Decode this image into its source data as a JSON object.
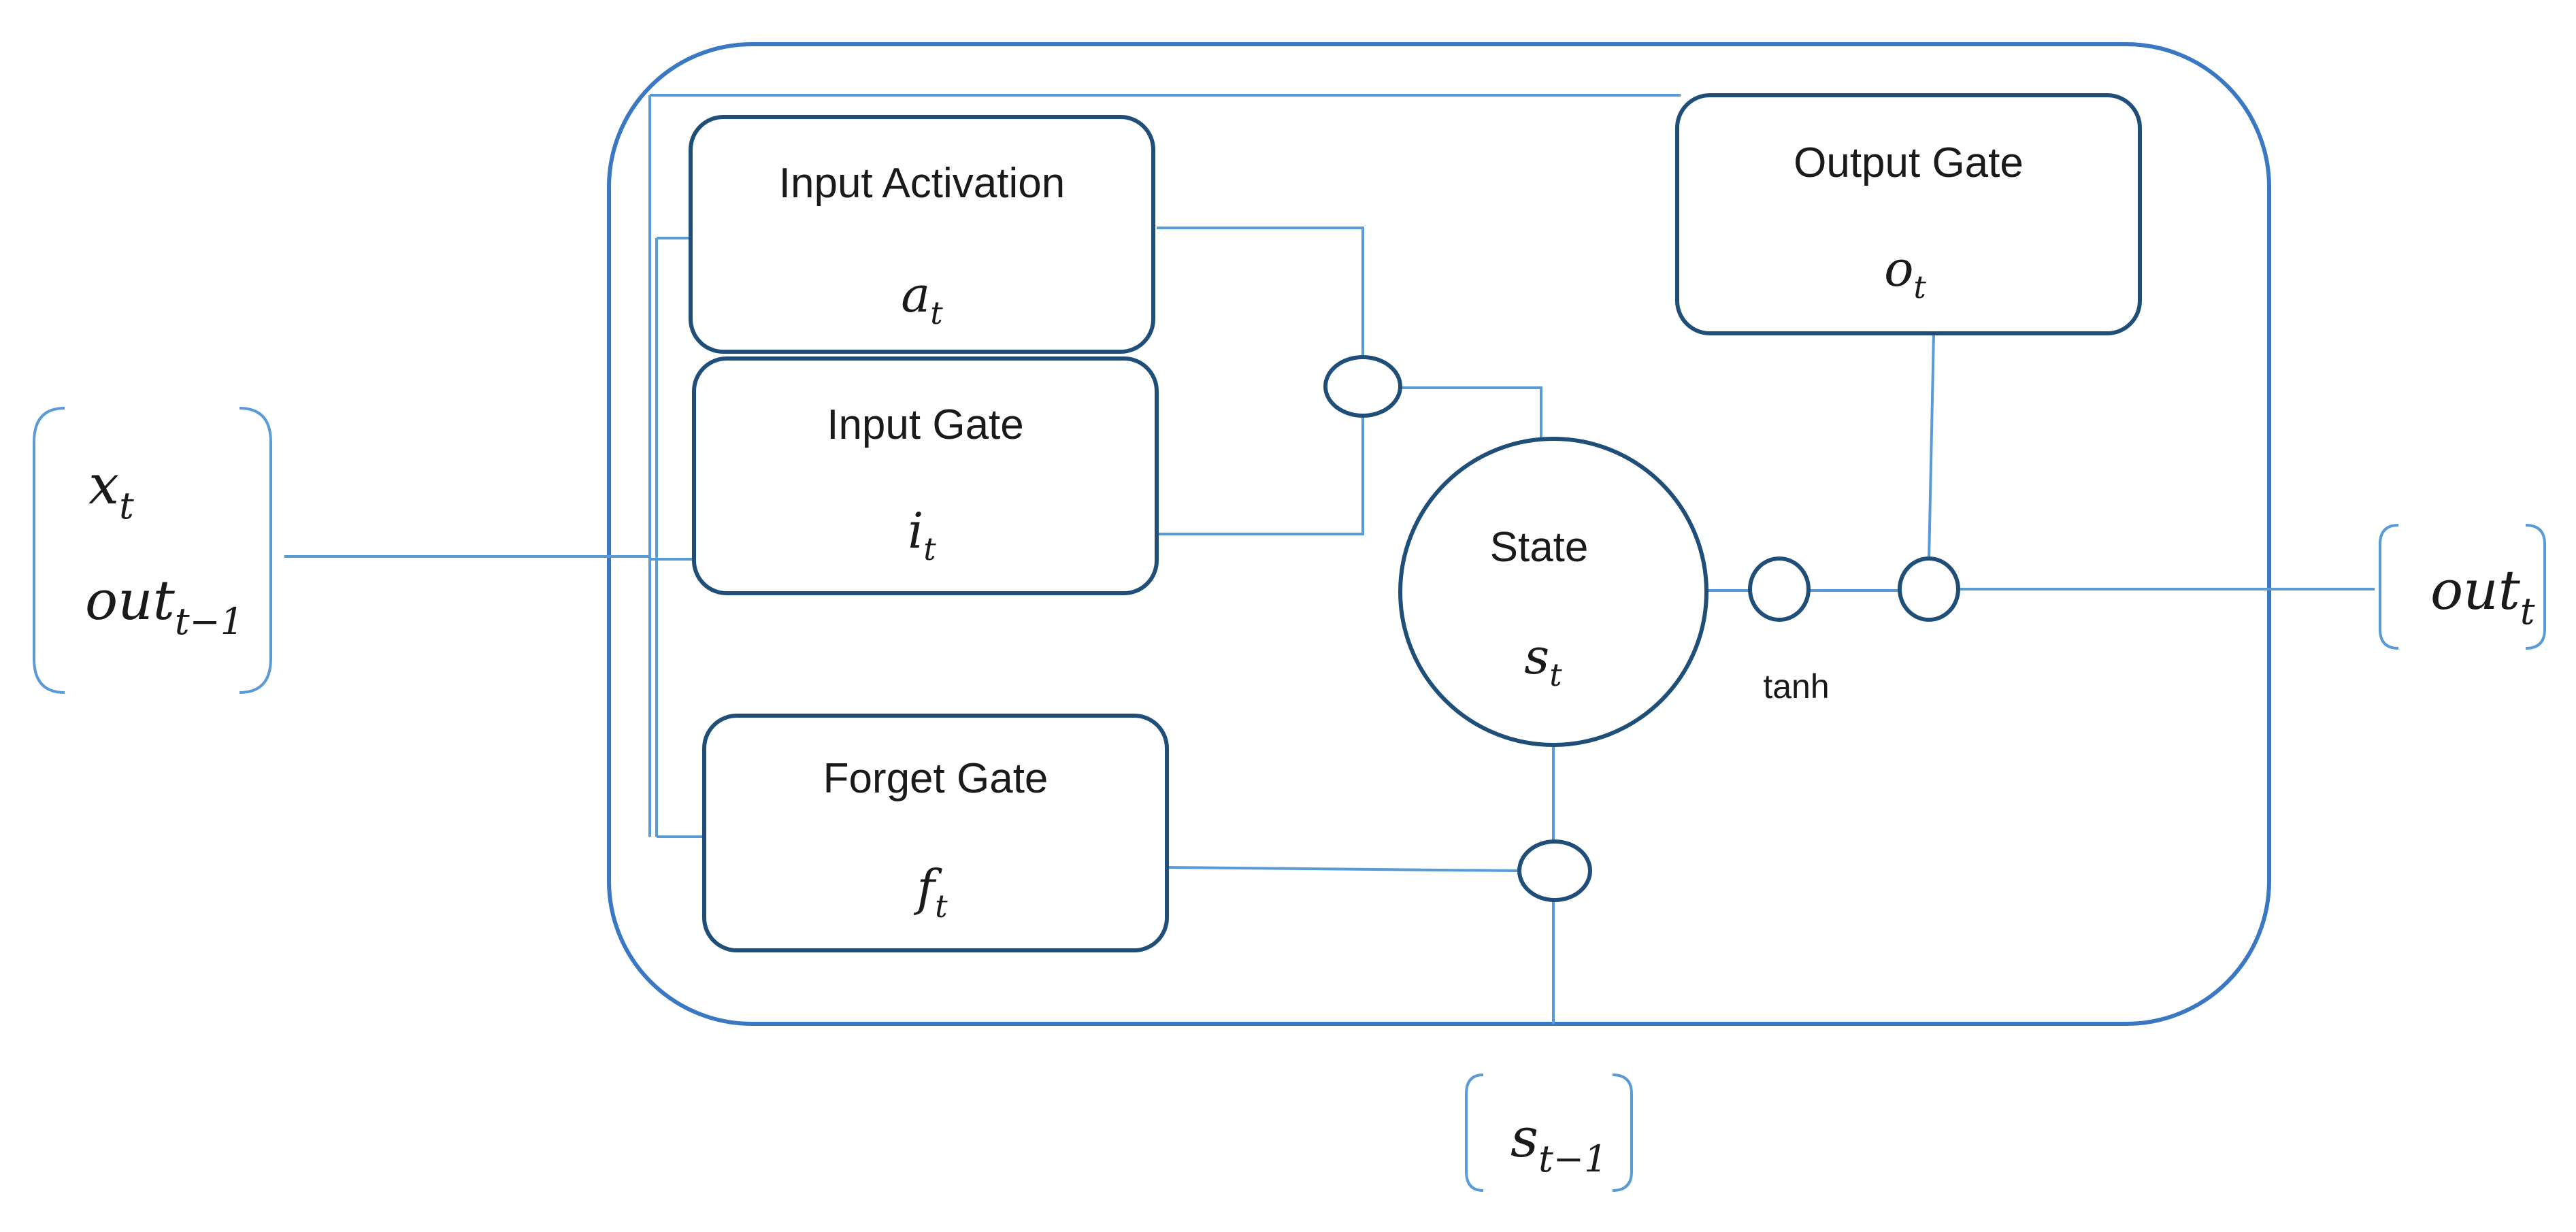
{
  "gates": {
    "input_activation": {
      "title": "Input Activation",
      "symbol": "a",
      "sub": "t"
    },
    "input_gate": {
      "title": "Input Gate",
      "symbol": "i",
      "sub": "t"
    },
    "forget_gate": {
      "title": "Forget Gate",
      "symbol": "f",
      "sub": "t"
    },
    "output_gate": {
      "title": "Output Gate",
      "symbol": "o",
      "sub": "t"
    }
  },
  "state": {
    "title": "State",
    "symbol": "s",
    "sub": "t"
  },
  "tanh_label": "tanh",
  "inputs": {
    "x": {
      "symbol": "x",
      "sub": "t"
    },
    "out_prev": {
      "symbol": "out",
      "sub": "t−1"
    }
  },
  "output": {
    "symbol": "out",
    "sub": "t"
  },
  "prev_state": {
    "symbol": "s",
    "sub": "t−1"
  },
  "colors": {
    "cell_border": "#3a78c3",
    "wire": "#5b9bd5",
    "box_border": "#1f4e79"
  }
}
